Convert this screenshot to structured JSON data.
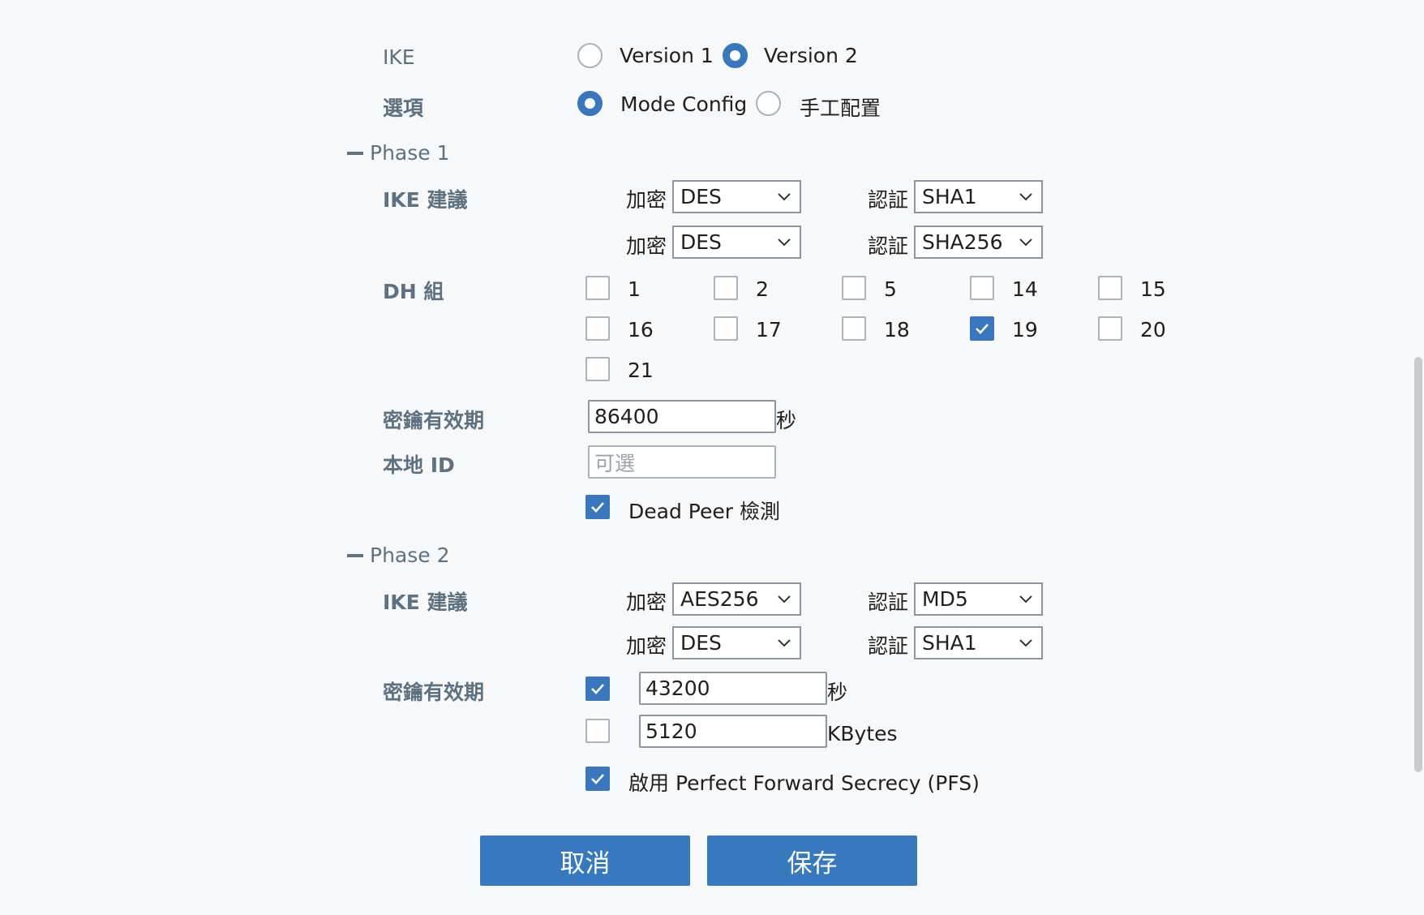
{
  "ike": {
    "label": "IKE",
    "options": [
      "Version 1",
      "Version 2"
    ],
    "selected": "Version 2"
  },
  "options": {
    "label": "選項",
    "choices": [
      "Mode Config",
      "手工配置"
    ],
    "selected": "Mode Config"
  },
  "phase1": {
    "title": "Phase 1",
    "proposal_label": "IKE 建議",
    "enc_label": "加密",
    "auth_label": "認証",
    "proposals": [
      {
        "enc": "DES",
        "auth": "SHA1"
      },
      {
        "enc": "DES",
        "auth": "SHA256"
      }
    ],
    "dh_label": "DH 組",
    "dh_groups": [
      {
        "value": "1",
        "checked": false
      },
      {
        "value": "2",
        "checked": false
      },
      {
        "value": "5",
        "checked": false
      },
      {
        "value": "14",
        "checked": false
      },
      {
        "value": "15",
        "checked": false
      },
      {
        "value": "16",
        "checked": false
      },
      {
        "value": "17",
        "checked": false
      },
      {
        "value": "18",
        "checked": false
      },
      {
        "value": "19",
        "checked": true
      },
      {
        "value": "20",
        "checked": false
      },
      {
        "value": "21",
        "checked": false
      }
    ],
    "lifetime_label": "密鑰有效期",
    "lifetime_value": "86400",
    "lifetime_unit": "秒",
    "local_id_label": "本地 ID",
    "local_id_placeholder": "可選",
    "dpd_label": "Dead Peer 檢測",
    "dpd_checked": true
  },
  "phase2": {
    "title": "Phase 2",
    "proposal_label": "IKE 建議",
    "enc_label": "加密",
    "auth_label": "認証",
    "proposals": [
      {
        "enc": "AES256",
        "auth": "MD5"
      },
      {
        "enc": "DES",
        "auth": "SHA1"
      }
    ],
    "lifetime_label": "密鑰有效期",
    "lifetime_seconds": {
      "checked": true,
      "value": "43200",
      "unit": "秒"
    },
    "lifetime_kbytes": {
      "checked": false,
      "value": "5120",
      "unit": "KBytes"
    },
    "pfs_label": "啟用 Perfect Forward Secrecy (PFS)",
    "pfs_checked": true
  },
  "buttons": {
    "cancel": "取消",
    "save": "保存"
  },
  "colors": {
    "accent": "#3679be",
    "label": "#5d7180",
    "background": "#f7f8fa"
  }
}
